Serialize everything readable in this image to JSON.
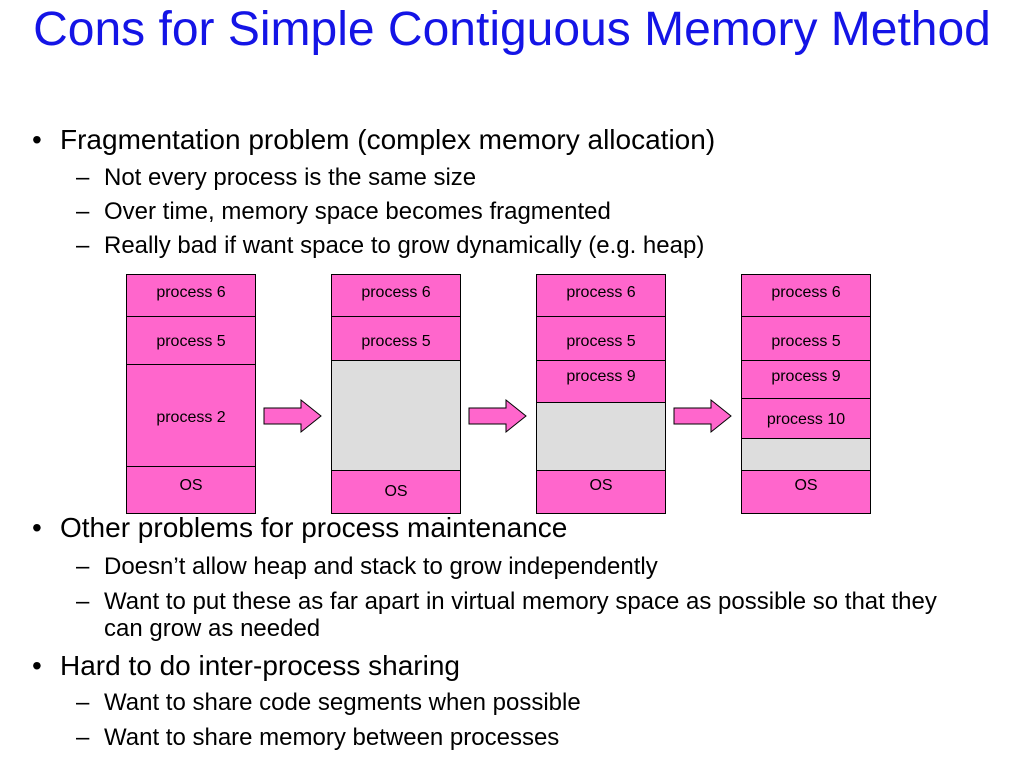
{
  "slide": {
    "title": "Cons for Simple Contiguous Memory Method",
    "bullets": [
      {
        "text": "Fragmentation problem (complex memory allocation)",
        "subs": [
          "Not every process is the same size",
          "Over time, memory space becomes fragmented",
          "Really bad if want space to grow dynamically (e.g. heap)"
        ]
      },
      {
        "text": "Other problems for process maintenance",
        "subs": [
          "Doesn’t allow heap and stack to grow independently",
          "Want to put these as far apart in virtual memory space as possible so that they can grow as needed"
        ]
      },
      {
        "text": "Hard to do inter-process sharing",
        "subs": [
          "Want to share code segments when possible",
          "Want to share memory between processes"
        ]
      }
    ],
    "bullet_mark": "•",
    "sub_mark": "–"
  },
  "diagram": {
    "colors": {
      "used": "#ff66cc",
      "free": "#dddddd",
      "arrow": "#ff66cc"
    },
    "columns": [
      {
        "segments": [
          "process 6",
          "process 5",
          "process 2",
          "OS"
        ]
      },
      {
        "segments": [
          "process 6",
          "process 5",
          "",
          "OS"
        ]
      },
      {
        "segments": [
          "process 6",
          "process 5",
          "process 9",
          "",
          "OS"
        ]
      },
      {
        "segments": [
          "process 6",
          "process 5",
          "process 9",
          "process 10",
          "",
          "OS"
        ]
      }
    ]
  }
}
